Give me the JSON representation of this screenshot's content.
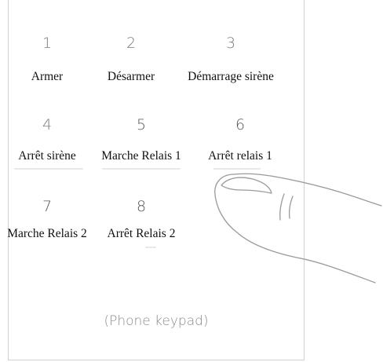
{
  "keypad": {
    "keys": [
      {
        "digit": "1",
        "label": "Armer"
      },
      {
        "digit": "2",
        "label": "Désarmer"
      },
      {
        "digit": "3",
        "label": "Démarrage sirène"
      },
      {
        "digit": "4",
        "label": "Arrêt sirène"
      },
      {
        "digit": "5",
        "label": "Marche Relais 1"
      },
      {
        "digit": "6",
        "label": "Arrêt relais 1"
      },
      {
        "digit": "7",
        "label": "Marche Relais 2"
      },
      {
        "digit": "8",
        "label": "Arrêt Relais 2"
      }
    ],
    "footer_label": "(Phone keypad)"
  },
  "illustration": {
    "finger_icon": "pointing-finger-icon"
  }
}
